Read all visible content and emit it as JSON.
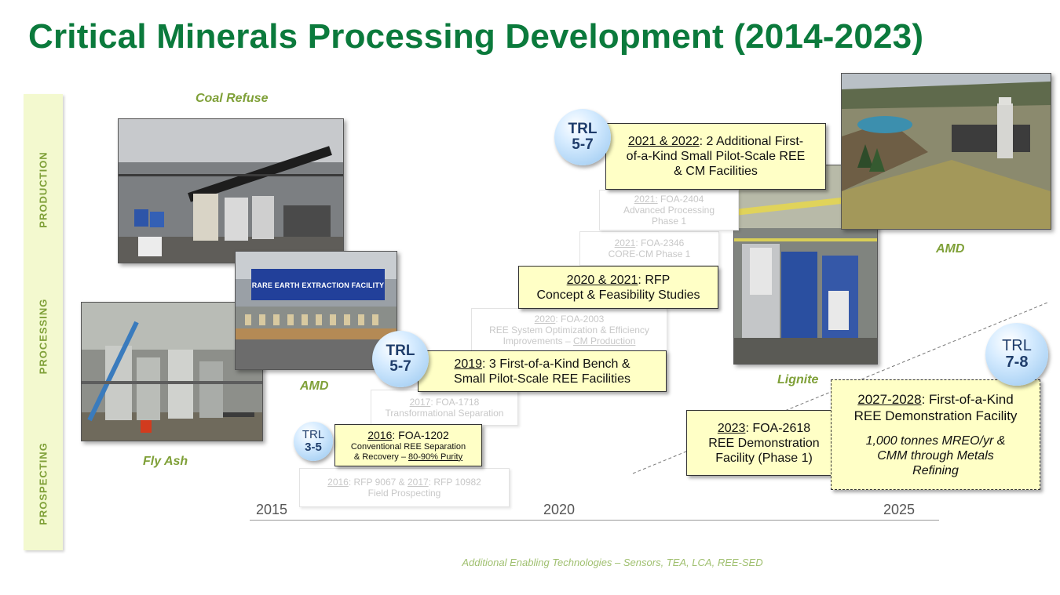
{
  "title": "Critical Minerals Processing Development (2014-2023)",
  "stages": [
    "PRODUCTION",
    "PROCESSING",
    "PROSPECTING"
  ],
  "captions": {
    "coal_refuse": "Coal Refuse",
    "amd_left": "AMD",
    "fly_ash": "Fly Ash",
    "lignite": "Lignite",
    "amd_right": "AMD"
  },
  "photo_text": {
    "banner": "RARE EARTH EXTRACTION FACILITY"
  },
  "steps": {
    "s2016_rfp": {
      "l1a": "2016",
      "l1b": ": RFP 9067 & ",
      "l1c": "2017",
      "l1d": ": RFP 10982",
      "l2": "Field Prospecting"
    },
    "s2017": {
      "l1a": "2017",
      "l1b": ": FOA-1718",
      "l2": "Transformational Separation"
    },
    "s2020": {
      "l1a": "2020",
      "l1b": ": FOA-2003",
      "l2": "REE  System Optimization & Efficiency",
      "l3a": "Improvements – ",
      "l3b": "CM Production"
    },
    "s2021_2346": {
      "l1a": "2021",
      "l1b": ": FOA-2346",
      "l2": "CORE-CM Phase 1"
    },
    "s2021_2404": {
      "l1a": "2021:",
      "l1b": " FOA-2404",
      "l2": "Advanced Processing",
      "l3": "Phase 1"
    }
  },
  "highlights": {
    "h2016": {
      "l1a": "2016",
      "l1b": ": FOA-1202",
      "l2": "Conventional REE Separation",
      "l3a": "& Recovery – ",
      "l3b": "80-90% Purity"
    },
    "h2019": {
      "l1a": "2019",
      "l1b": ": 3 First-of-a-Kind Bench &",
      "l2": "Small Pilot-Scale REE Facilities"
    },
    "h2020": {
      "l1a": "2020 & 2021",
      "l1b": ": RFP",
      "l2": "Concept & Feasibility Studies"
    },
    "h2021": {
      "l1a": "2021 & 2022",
      "l1b": ": 2 Additional First-",
      "l2": "of-a-Kind Small Pilot-Scale REE",
      "l3": "& CM Facilities"
    },
    "h2023": {
      "l1a": "2023",
      "l1b": ": FOA-2618",
      "l2": "REE Demonstration",
      "l3": "Facility (Phase 1)"
    },
    "h2027": {
      "l1a": "2027-2028",
      "l1b": ": First-of-a-Kind",
      "l2": "REE Demonstration Facility",
      "l3": "1,000 tonnes MREO/yr &",
      "l4": "CMM  through Metals",
      "l5": "Refining"
    }
  },
  "trl": {
    "a": {
      "label": "TRL",
      "value": "3-5"
    },
    "b": {
      "label": "TRL",
      "value": "5-7"
    },
    "c": {
      "label": "TRL",
      "value": "5-7"
    },
    "d": {
      "label": "TRL",
      "value": "7-8"
    }
  },
  "axis": {
    "years": [
      "2015",
      "2020",
      "2025"
    ]
  },
  "footer": "Additional Enabling Technologies  –  Sensors, TEA, LCA, REE-SED"
}
